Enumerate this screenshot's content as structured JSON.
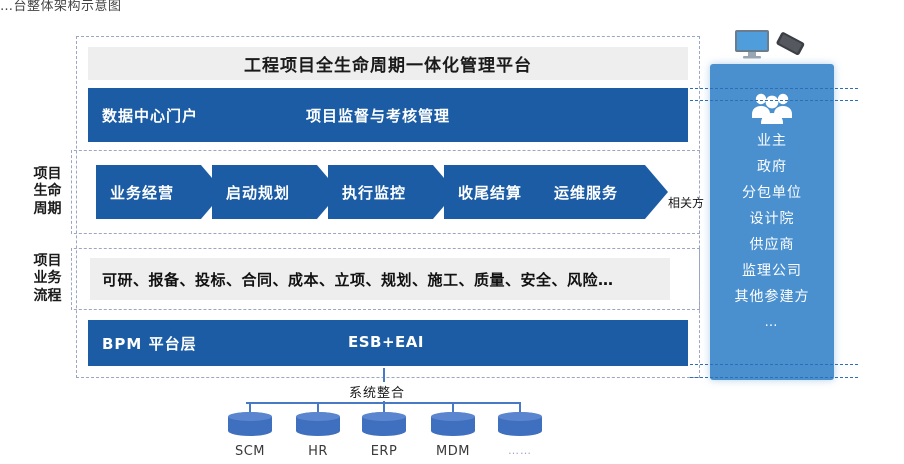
{
  "caption": "…台整体架构示意图",
  "platform": {
    "title": "工程项目全生命周期一体化管理平台",
    "portal": {
      "left_label": "数据中心门户",
      "mid_label": "项目监督与考核管理"
    },
    "bpm": {
      "left_label": "BPM  平台层",
      "mid_label": "ESB+EAI"
    }
  },
  "lifecycle": {
    "row_label": [
      "项目",
      "生命",
      "周期"
    ],
    "stages": [
      {
        "label": "业务经营"
      },
      {
        "label": "启动规划"
      },
      {
        "label": "执行监控"
      },
      {
        "label": "收尾结算"
      },
      {
        "label": "运维服务"
      }
    ],
    "related_party_label": "相关方"
  },
  "business_process": {
    "row_label": [
      "项目",
      "业务",
      "流程"
    ],
    "items_text": "可研、报备、投标、合同、成本、立项、规划、施工、质量、安全、风险…"
  },
  "stakeholders": {
    "icon": "people-group-icon",
    "devices": [
      "monitor-icon",
      "phone-icon"
    ],
    "items": [
      "业主",
      "政府",
      "分包单位",
      "设计院",
      "供应商",
      "监理公司",
      "其他参建方",
      "…"
    ]
  },
  "systems": {
    "label": "系统整合",
    "databases": [
      "SCM",
      "HR",
      "ERP",
      "MDM",
      "……"
    ]
  },
  "colors": {
    "dark_blue": "#1b5ca5",
    "panel_blue": "#4a90cf",
    "bar_gray": "#eeeeee",
    "dash_border": "#9aa6c4",
    "db_blue": "#3f6fbf"
  }
}
